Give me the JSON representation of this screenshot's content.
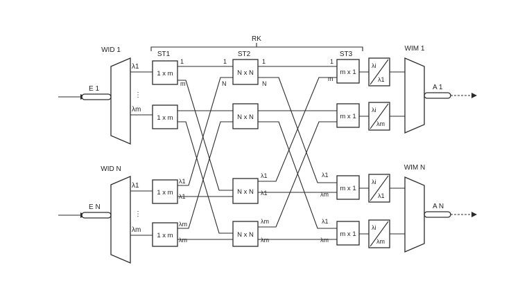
{
  "labels": {
    "rk": "RK",
    "st1": "ST1",
    "st2": "ST2",
    "st3": "ST3",
    "wid1": "WID 1",
    "widN": "WID N",
    "wim1": "WIM 1",
    "wimN": "WIM N",
    "e1": "E 1",
    "eN": "E N",
    "a1": "A 1",
    "aN": "A N"
  },
  "blocks": {
    "st1": "1 x m",
    "st2": "N x N",
    "st3": "m x 1"
  },
  "ports": {
    "one": "1",
    "m": "m",
    "N": "N",
    "lambda1": "λ1",
    "lambdam": "λm",
    "dots": "⋮",
    "conv1_top": "λi",
    "conv1_bot": "λ1",
    "convm_top": "λi",
    "convm_bot": "λm"
  }
}
